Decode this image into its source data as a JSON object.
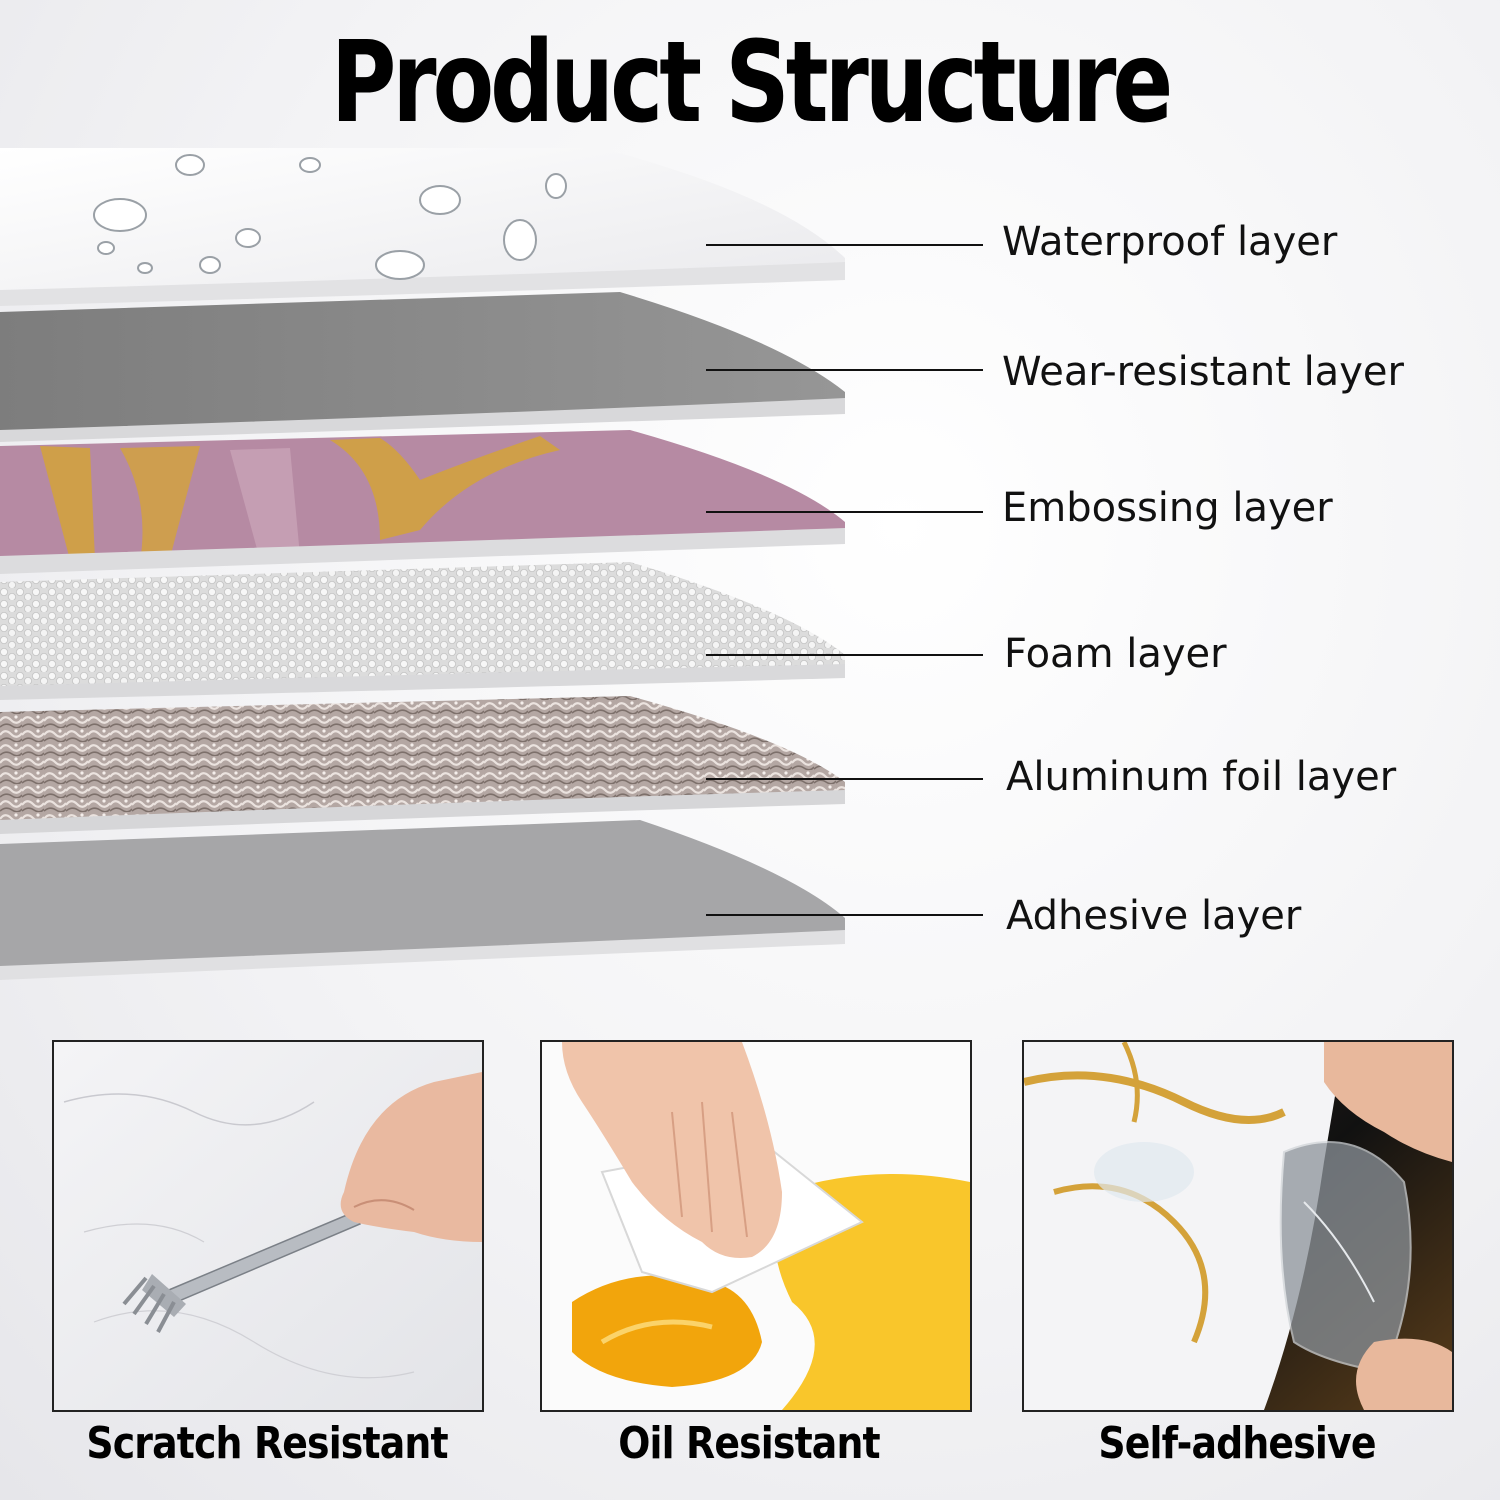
{
  "title": "Product Structure",
  "layers": [
    {
      "name": "waterproof",
      "label": "Waterproof layer",
      "icon": "water-drops-surface"
    },
    {
      "name": "wear-resistant",
      "label": "Wear-resistant layer",
      "icon": "gray-sheet"
    },
    {
      "name": "embossing",
      "label": "Embossing layer",
      "icon": "pink-gold-marble"
    },
    {
      "name": "foam",
      "label": "Foam layer",
      "icon": "bubble-foam-texture"
    },
    {
      "name": "aluminum-foil",
      "label": "Aluminum foil layer",
      "icon": "crinkled-foil-texture"
    },
    {
      "name": "adhesive",
      "label": "Adhesive layer",
      "icon": "gray-backing-sheet"
    }
  ],
  "features": [
    {
      "name": "scratch-resistant",
      "caption": "Scratch Resistant",
      "icon": "fork-on-marble"
    },
    {
      "name": "oil-resistant",
      "caption": "Oil Resistant",
      "icon": "hand-wiping-oil"
    },
    {
      "name": "self-adhesive",
      "caption": "Self-adhesive",
      "icon": "peeling-backing"
    }
  ],
  "colors": {
    "background": "#f3f3f5",
    "layer_gray": "#8f8f8f",
    "marble_pink": "#b68aa3",
    "gold": "#d4a23a",
    "oil": "#f2a50c",
    "text": "#111111"
  }
}
